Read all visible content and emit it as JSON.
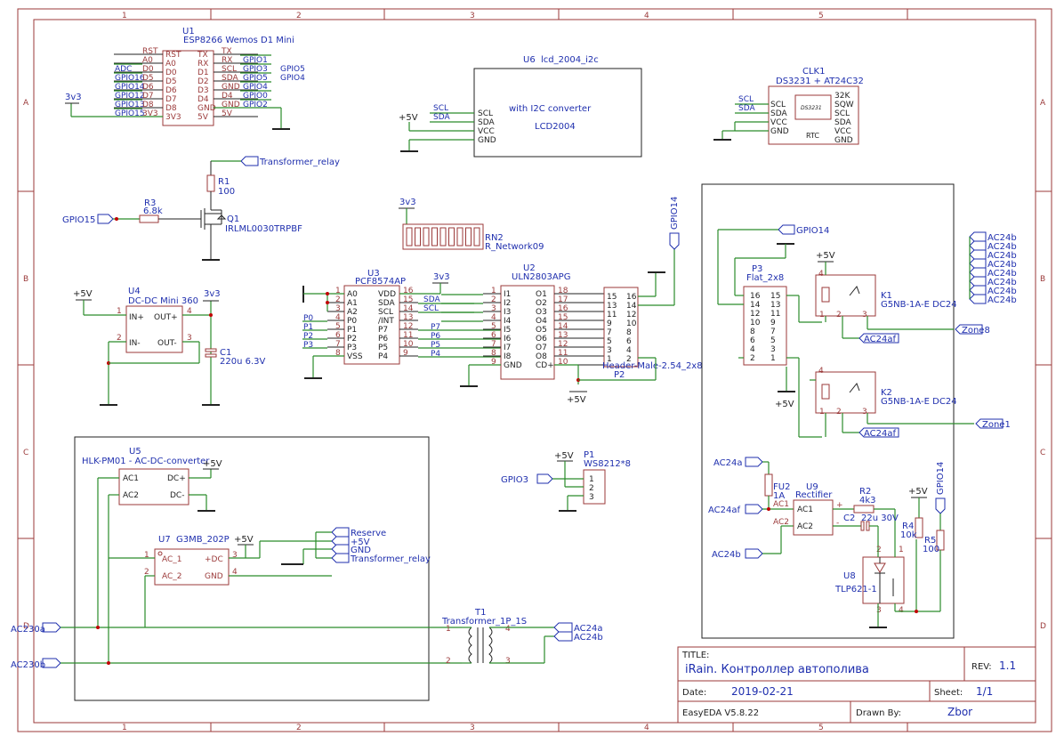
{
  "frame": {
    "columns": [
      "1",
      "2",
      "3",
      "4",
      "5"
    ],
    "rows": [
      "A",
      "B",
      "C",
      "D"
    ]
  },
  "title_block": {
    "title_label": "TITLE:",
    "title": "iRain. Контроллер автополива",
    "rev_label": "REV:",
    "rev": "1.1",
    "date_label": "Date:",
    "date": "2019-02-21",
    "sheet_label": "Sheet:",
    "sheet": "1/1",
    "software": "EasyEDA V5.8.22",
    "drawn_by_label": "Drawn By:",
    "drawn_by": "Zbor"
  },
  "components": {
    "u1": {
      "ref": "U1",
      "name": "ESP8266 Wemos D1 Mini",
      "left_pins": [
        "RST",
        "A0",
        "D0",
        "D5",
        "D6",
        "D7",
        "D8",
        "3V3"
      ],
      "left_inner": [
        "RST",
        "A0",
        "D0",
        "D5",
        "D6",
        "D7",
        "D8",
        "3V3"
      ],
      "right_inner": [
        "TX",
        "RX",
        "D1",
        "D2",
        "D3",
        "D4",
        "GND",
        "5V"
      ],
      "right_pins": [
        "TX",
        "RX",
        "SCL",
        "SDA",
        "GND",
        "D4",
        "GND",
        "5V"
      ],
      "left_nets": [
        "",
        "ADC",
        "GPIO16",
        "GPIO14",
        "GPIO12",
        "GPIO13",
        "GPIO15",
        ""
      ],
      "right_nets": [
        "GPIO1",
        "GPIO3",
        "GPIO5",
        "GPIO4",
        "GPIO0",
        "GPIO2",
        "",
        ""
      ]
    },
    "u6": {
      "ref": "U6",
      "name": "lcd_2004_i2c",
      "line1": "with I2C converter",
      "line2": "LCD2004",
      "pins": [
        "SCL",
        "SDA",
        "VCC",
        "GND"
      ],
      "nets": [
        "SCL",
        "SDA",
        "+5V"
      ]
    },
    "clk1": {
      "ref": "CLK1",
      "name": "DS3231 + AT24C32",
      "chip": "DS3231",
      "label": "RTC",
      "left_pins": [
        "SCL",
        "SDA",
        "VCC",
        "GND"
      ],
      "right_pins": [
        "32K",
        "SQW",
        "SCL",
        "SDA",
        "VCC",
        "GND"
      ],
      "nets": [
        "SCL",
        "SDA"
      ]
    },
    "r1": {
      "ref": "R1",
      "value": "100"
    },
    "r3": {
      "ref": "R3",
      "value": "6.8k"
    },
    "q1": {
      "ref": "Q1",
      "value": "IRLML0030TRPBF"
    },
    "rn2": {
      "ref": "RN2",
      "value": "R_Network09"
    },
    "u3": {
      "ref": "U3",
      "name": "PCF8574AP",
      "left_nums": [
        "1",
        "2",
        "3",
        "4",
        "5",
        "6",
        "7",
        "8"
      ],
      "left_pins": [
        "A0",
        "A1",
        "A2",
        "P0",
        "P1",
        "P2",
        "P3",
        "VSS"
      ],
      "right_nums": [
        "16",
        "15",
        "14",
        "13",
        "12",
        "11",
        "10",
        "9"
      ],
      "right_pins": [
        "VDD",
        "SDA",
        "SCL",
        "/INT",
        "P7",
        "P6",
        "P5",
        "P4"
      ],
      "left_nets": [
        "P0",
        "P1",
        "P2",
        "P3"
      ],
      "right_nets": [
        "SDA",
        "SCL",
        "P7",
        "P6",
        "P5",
        "P4"
      ]
    },
    "u2": {
      "ref": "U2",
      "name": "ULN2803APG",
      "left_nums": [
        "1",
        "2",
        "3",
        "4",
        "5",
        "6",
        "7",
        "8",
        "9"
      ],
      "left_pins": [
        "I1",
        "I2",
        "I3",
        "I4",
        "I5",
        "I6",
        "I7",
        "I8",
        "GND"
      ],
      "right_nums": [
        "18",
        "17",
        "16",
        "15",
        "14",
        "13",
        "12",
        "11",
        "10"
      ],
      "right_pins": [
        "O1",
        "O2",
        "O3",
        "O4",
        "O5",
        "O6",
        "O7",
        "O8",
        "CD+"
      ]
    },
    "p2": {
      "ref": "P2",
      "name": "Header-Male-2.54_2x8",
      "left": [
        "15",
        "13",
        "11",
        "9",
        "7",
        "5",
        "3",
        "1"
      ],
      "right": [
        "16",
        "14",
        "12",
        "10",
        "8",
        "6",
        "4",
        "2"
      ]
    },
    "u4": {
      "ref": "U4",
      "name": "DC-DC Mini 360",
      "pins": [
        "IN+",
        "IN-",
        "OUT+",
        "OUT-"
      ],
      "nums": [
        "1",
        "2",
        "4",
        "3"
      ]
    },
    "c1": {
      "ref": "C1",
      "value": "220u 6.3V"
    },
    "u5": {
      "ref": "U5",
      "name": "HLK-PM01 - AC-DC-converter",
      "pins": [
        "AC1",
        "AC2",
        "DC+",
        "DC-"
      ]
    },
    "u7": {
      "ref": "U7",
      "name": "G3MB_202P",
      "pins": [
        "AC_1",
        "AC_2",
        "+DC",
        "GND"
      ],
      "nums": [
        "1",
        "2",
        "3",
        "4"
      ]
    },
    "p1": {
      "ref": "P1",
      "name": "WS8212*8",
      "pins": [
        "1",
        "2",
        "3"
      ]
    },
    "t1": {
      "ref": "T1",
      "name": "Transformer_1P_1S",
      "nums": [
        "1",
        "2",
        "4",
        "3"
      ]
    },
    "p3": {
      "ref": "P3",
      "name": "Flat_2x8",
      "left": [
        "16",
        "14",
        "12",
        "10",
        "8",
        "6",
        "4",
        "2"
      ],
      "right": [
        "15",
        "13",
        "11",
        "9",
        "7",
        "5",
        "3",
        "1"
      ]
    },
    "k1": {
      "ref": "K1",
      "name": "G5NB-1A-E DC24",
      "nums": [
        "4",
        "1",
        "2",
        "3"
      ]
    },
    "k2": {
      "ref": "K2",
      "name": "G5NB-1A-E DC24",
      "nums": [
        "4",
        "1",
        "2",
        "3"
      ]
    },
    "fu2": {
      "ref": "FU2",
      "value": "1A"
    },
    "u9": {
      "ref": "U9",
      "name": "Rectifier",
      "pins": [
        "AC1",
        "AC2"
      ],
      "plus": "+",
      "minus": "-"
    },
    "r2": {
      "ref": "R2",
      "value": "4k3"
    },
    "c2": {
      "ref": "C2",
      "value": "22u 30V"
    },
    "r4": {
      "ref": "R4",
      "value": "10k"
    },
    "r5": {
      "ref": "R5",
      "value": "100"
    },
    "u8": {
      "ref": "U8",
      "name": "TLP621-1",
      "nums": [
        "1",
        "2",
        "3",
        "4"
      ]
    }
  },
  "nets": {
    "v3v3": "3v3",
    "v5": "+5V",
    "transformer_relay": "Transformer_relay",
    "gpio15": "GPIO15",
    "gpio14": "GPIO14",
    "gpio3": "GPIO3",
    "ac24af": "AC24af",
    "ac24a": "AC24a",
    "ac24b": "AC24b",
    "zone8": "Zone8",
    "zone1": "Zone1",
    "reserve": "Reserve",
    "gnd": "GND",
    "ac230a": "AC230a",
    "ac230b": "AC230b",
    "u7_nets": [
      "Reserve",
      "+5V",
      "GND",
      "Transformer_relay"
    ],
    "t1_nets": [
      "AC24a",
      "AC24b"
    ],
    "bus_right": [
      "AC24b",
      "AC24b",
      "AC24b",
      "AC24b",
      "AC24b",
      "AC24b",
      "AC24b",
      "AC24b"
    ]
  }
}
